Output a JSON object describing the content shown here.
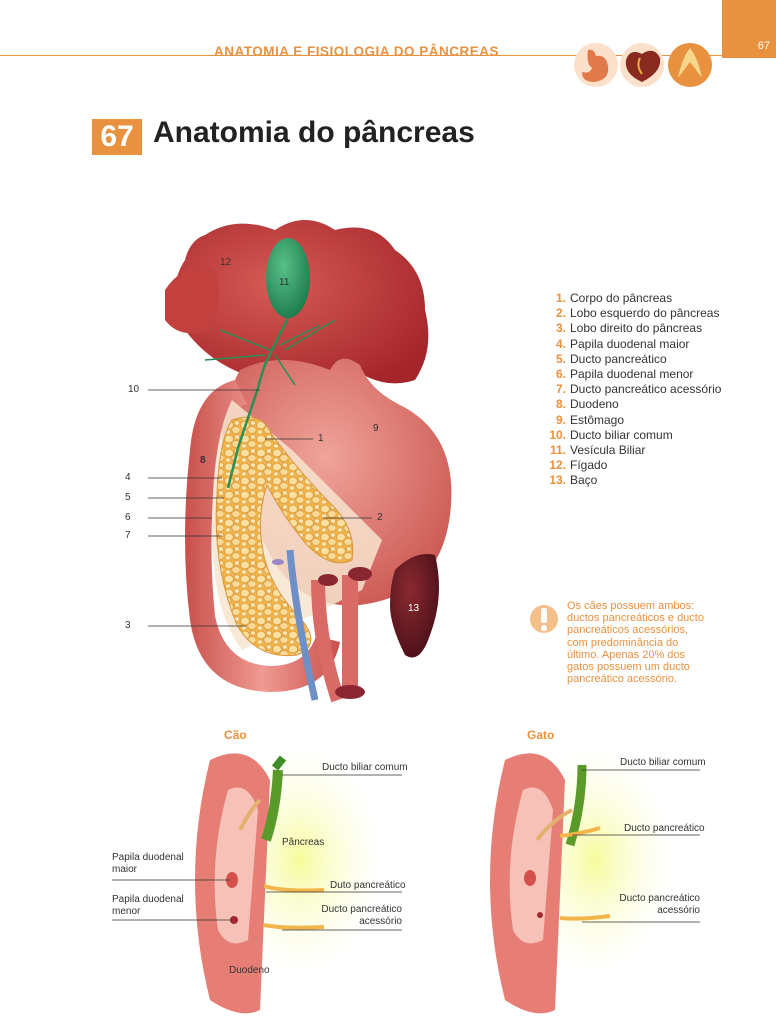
{
  "header": {
    "section_title": "ANATOMIA E FISIOLOGIA DO PÂNCREAS",
    "page_number": "67",
    "accent_color": "#e8913f"
  },
  "title": {
    "number": "67",
    "text": "Anatomia do pâncreas"
  },
  "legend": [
    {
      "n": "1.",
      "label": "Corpo do pâncreas"
    },
    {
      "n": "2.",
      "label": "Lobo esquerdo do pâncreas"
    },
    {
      "n": "3.",
      "label": "Lobo direito do pâncreas"
    },
    {
      "n": "4.",
      "label": "Papila duodenal maior"
    },
    {
      "n": "5.",
      "label": "Ducto pancreático"
    },
    {
      "n": "6.",
      "label": "Papila duodenal menor"
    },
    {
      "n": "7.",
      "label": "Ducto pancreático acessório"
    },
    {
      "n": "8.",
      "label": "Duodeno"
    },
    {
      "n": "9.",
      "label": "Estômago"
    },
    {
      "n": "10.",
      "label": "Ducto biliar comum"
    },
    {
      "n": "11.",
      "label": "Vesícula Biliar"
    },
    {
      "n": "12.",
      "label": "Fígado"
    },
    {
      "n": "13.",
      "label": "Baço"
    }
  ],
  "note": "Os cães possuem ambos: ductos pancreáticos e ducto pancreáticos acessórios, com predominância do último. Apenas 20% dos gatos possuem um ducto pancreático acessório.",
  "figure_numbers": {
    "n1": "1",
    "n2": "2",
    "n3": "3",
    "n4": "4",
    "n5": "5",
    "n6": "6",
    "n7": "7",
    "n8": "8",
    "n9": "9",
    "n10": "10",
    "n11": "11",
    "n12": "12",
    "n13": "13"
  },
  "dog": {
    "title": "Cão",
    "common_bile_duct": "Ducto biliar comum",
    "pancreas": "Pâncreas",
    "major_papilla": "Papila duodenal maior",
    "minor_papilla": "Papila duodenal menor",
    "pancreatic_duct": "Duto pancreático",
    "accessory_duct": "Ducto pancreático acessório",
    "duodenum": "Duodeno"
  },
  "cat": {
    "title": "Gato",
    "common_bile_duct": "Ducto biliar comum",
    "pancreatic_duct": "Ducto pancreático",
    "accessory_duct": "Ducto pancreático acessório"
  }
}
